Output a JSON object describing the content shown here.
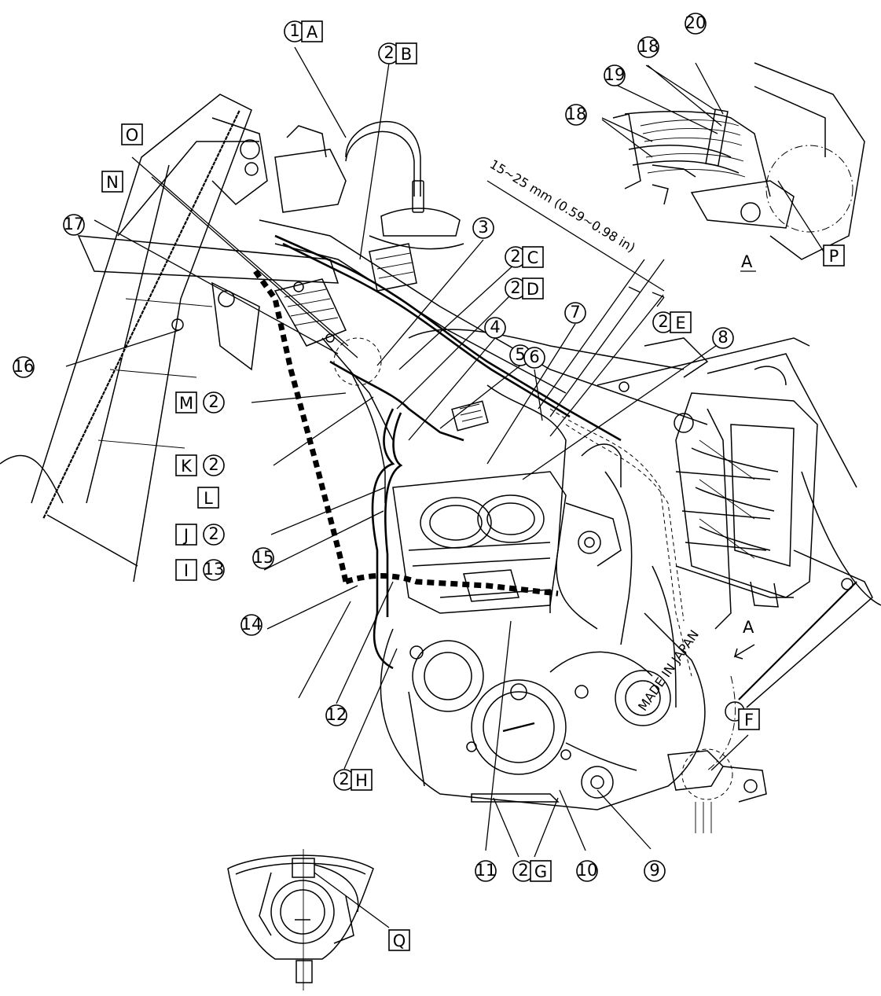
{
  "callouts": [
    {
      "num": "1",
      "letter": "A"
    },
    {
      "num": "2",
      "letter": "B"
    },
    {
      "num": "3",
      "letter": ""
    },
    {
      "num": "2",
      "letter": "C"
    },
    {
      "num": "2",
      "letter": "D"
    },
    {
      "num": "4",
      "letter": ""
    },
    {
      "num": "5",
      "letter": ""
    },
    {
      "num": "7",
      "letter": ""
    },
    {
      "num": "6",
      "letter": ""
    },
    {
      "num": "2",
      "letter": "E"
    },
    {
      "num": "8",
      "letter": ""
    },
    {
      "num": "17",
      "letter": ""
    },
    {
      "num": "16",
      "letter": ""
    },
    {
      "num": "2",
      "letter": "M"
    },
    {
      "num": "15",
      "letter": ""
    },
    {
      "num": "2",
      "letter": "K"
    },
    {
      "num": "14",
      "letter": ""
    },
    {
      "num": "2",
      "letter": "J"
    },
    {
      "num": "13",
      "letter": "I"
    },
    {
      "num": "12",
      "letter": ""
    },
    {
      "num": "2",
      "letter": "H"
    },
    {
      "num": "11",
      "letter": ""
    },
    {
      "num": "2",
      "letter": "G"
    },
    {
      "num": "10",
      "letter": ""
    },
    {
      "num": "9",
      "letter": ""
    },
    {
      "num": "20",
      "letter": ""
    },
    {
      "num": "18",
      "letter": ""
    },
    {
      "num": "19",
      "letter": ""
    },
    {
      "num": "18",
      "letter": ""
    }
  ],
  "letter_labels": {
    "O": "O",
    "N": "N",
    "L": "L",
    "F": "F",
    "P": "P",
    "Q": "Q"
  },
  "dimension_text": "15~25 mm (0.59~0.98 in)",
  "view_arrow_label": "A",
  "inset_label": "A",
  "engine_text": "MADE IN JAPAN"
}
